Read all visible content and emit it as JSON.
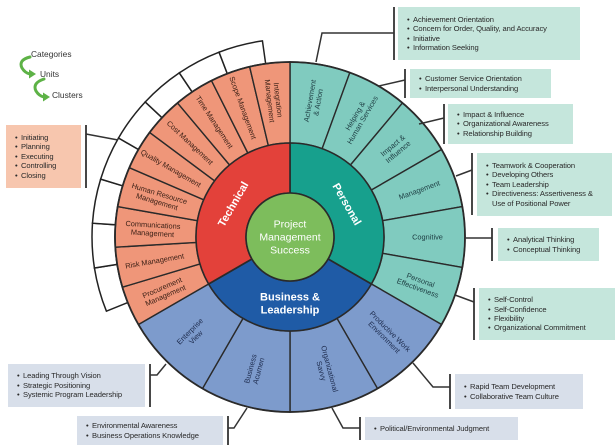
{
  "legend": {
    "categories": "Categories",
    "units": "Units",
    "clusters": "Clusters",
    "arrow_color": "#5db246"
  },
  "center": {
    "lines": [
      "Project",
      "Management",
      "Success"
    ],
    "color": "#7dbd5c"
  },
  "categories": [
    {
      "id": "personal",
      "name": [
        "Personal"
      ],
      "color": "#17a08d",
      "unit_color": "#80cbbf",
      "label_color": "#1d3d42",
      "units": [
        {
          "lines": [
            "Achievement",
            "& Action"
          ]
        },
        {
          "lines": [
            "Helping &",
            "Human Services"
          ]
        },
        {
          "lines": [
            "Impact &",
            "Influence"
          ]
        },
        {
          "lines": [
            "Management"
          ]
        },
        {
          "lines": [
            "Cognitive"
          ]
        },
        {
          "lines": [
            "Personal",
            "Effectiveness"
          ]
        }
      ]
    },
    {
      "id": "business-leadership",
      "name": [
        "Business &",
        "Leadership"
      ],
      "color": "#1f5ba6",
      "unit_color": "#7d9bcc",
      "label_color": "#1d2b4d",
      "units": [
        {
          "lines": [
            "Productive Work",
            "Environment"
          ]
        },
        {
          "lines": [
            "Organizational",
            "Savvy"
          ]
        },
        {
          "lines": [
            "Business",
            "Acumen"
          ]
        },
        {
          "lines": [
            "Enterprise",
            "View"
          ]
        }
      ]
    },
    {
      "id": "technical",
      "name": [
        "Technical"
      ],
      "color": "#e3413a",
      "unit_color": "#ef9679",
      "label_color": "#3c2117",
      "units": [
        {
          "lines": [
            "Procurement",
            "Management"
          ]
        },
        {
          "lines": [
            "Risk Management"
          ]
        },
        {
          "lines": [
            "Communications",
            "Management"
          ]
        },
        {
          "lines": [
            "Human Resource",
            "Management"
          ]
        },
        {
          "lines": [
            "Quality Management"
          ]
        },
        {
          "lines": [
            "Cost Management"
          ]
        },
        {
          "lines": [
            "Time Management"
          ]
        },
        {
          "lines": [
            "Scope Management"
          ]
        },
        {
          "lines": [
            "Integration",
            "Management"
          ]
        }
      ]
    }
  ],
  "clusters": [
    {
      "id": "technical-processes",
      "color": "#f7c6ae",
      "items": [
        "Initiating",
        "Planning",
        "Executing",
        "Controlling",
        "Closing"
      ]
    },
    {
      "id": "achievement-action",
      "color": "#c5e6dc",
      "items": [
        "Achievement Orientation",
        "Concern for Order, Quality, and Accuracy",
        "Initiative",
        "Information Seeking"
      ]
    },
    {
      "id": "helping-human-services",
      "color": "#c5e6dc",
      "items": [
        "Customer Service Orientation",
        "Interpersonal Understanding"
      ]
    },
    {
      "id": "impact-influence",
      "color": "#c5e6dc",
      "items": [
        "Impact & Influence",
        "Organizational Awareness",
        "Relationship Building"
      ]
    },
    {
      "id": "management",
      "color": "#c5e6dc",
      "items": [
        "Teamwork & Cooperation",
        "Developing Others",
        "Team Leadership",
        "Directiveness: Assertiveness & Use of Positional Power"
      ]
    },
    {
      "id": "cognitive",
      "color": "#c5e6dc",
      "items": [
        "Analytical Thinking",
        "Conceptual Thinking"
      ]
    },
    {
      "id": "personal-effectiveness",
      "color": "#c5e6dc",
      "items": [
        "Self-Control",
        "Self-Confidence",
        "Flexibility",
        "Organizational Commitment"
      ]
    },
    {
      "id": "productive-work-environment",
      "color": "#d8dfea",
      "items": [
        "Rapid Team Development",
        "Collaborative Team Culture"
      ]
    },
    {
      "id": "organizational-savvy",
      "color": "#d8dfea",
      "items": [
        "Political/Environmental Judgment"
      ]
    },
    {
      "id": "business-acumen",
      "color": "#d8dfea",
      "items": [
        "Environmental Awareness",
        "Business Operations Knowledge"
      ]
    },
    {
      "id": "enterprise-view",
      "color": "#d8dfea",
      "items": [
        "Leading Through Vision",
        "Strategic Positioning",
        "Systemic Program Leadership"
      ]
    }
  ]
}
